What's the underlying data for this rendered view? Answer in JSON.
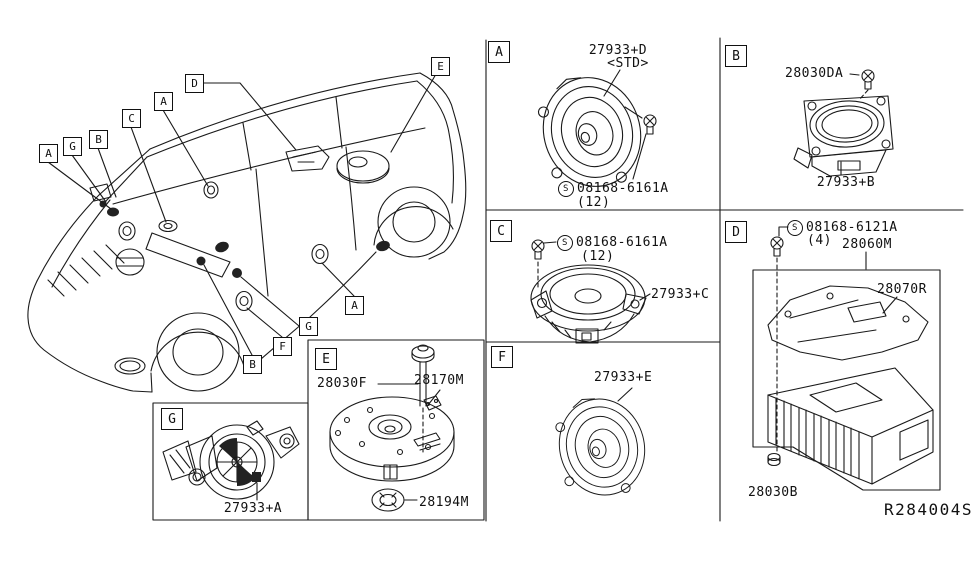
{
  "figure": {
    "ref_code": "R284004S"
  },
  "car": {
    "callouts": [
      {
        "id": "upper-a",
        "letter": "A"
      },
      {
        "id": "upper-g",
        "letter": "G"
      },
      {
        "id": "upper-b",
        "letter": "B"
      },
      {
        "id": "upper-c",
        "letter": "C"
      },
      {
        "id": "upper-a2",
        "letter": "A"
      },
      {
        "id": "upper-d",
        "letter": "D"
      },
      {
        "id": "upper-e",
        "letter": "E"
      },
      {
        "id": "lower-a",
        "letter": "A"
      },
      {
        "id": "lower-g",
        "letter": "G"
      },
      {
        "id": "lower-f",
        "letter": "F"
      },
      {
        "id": "lower-b",
        "letter": "B"
      }
    ]
  },
  "panels": {
    "a": {
      "letter": "A",
      "speaker_part": "27933+D",
      "speaker_variant": "<STD>",
      "screw_symbol": "S",
      "screw_part": "08168-6161A",
      "screw_qty": "(12)"
    },
    "b": {
      "letter": "B",
      "screw_part": "28030DA",
      "speaker_part": "27933+B"
    },
    "c": {
      "letter": "C",
      "screw_symbol": "S",
      "screw_part": "08168-6161A",
      "screw_qty": "(12)",
      "speaker_part": "27933+C"
    },
    "d": {
      "letter": "D",
      "screw_symbol": "S",
      "screw_part": "08168-6121A",
      "screw_qty": "(4)",
      "amp_assembly_part": "28060M",
      "bracket_part": "28070R",
      "bolt_part": "28030B"
    },
    "e": {
      "letter": "E",
      "bolt_part": "28030F",
      "subwoofer_part": "28170M",
      "washer_part": "28194M"
    },
    "f": {
      "letter": "F",
      "speaker_part": "27933+E"
    },
    "g": {
      "letter": "G",
      "tweeter_part": "27933+A"
    }
  }
}
